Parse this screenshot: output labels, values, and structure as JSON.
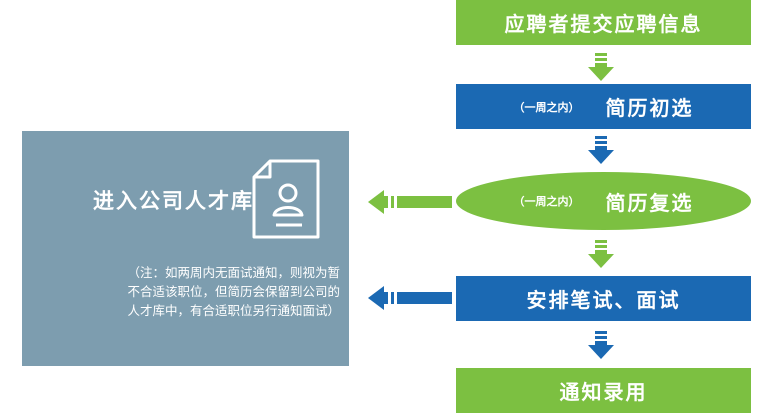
{
  "steps": [
    {
      "title": "应聘者提交应聘信息"
    },
    {
      "title": "简历初选",
      "note": "（一周之内）"
    },
    {
      "title": "简历复选",
      "note": "（一周之内）"
    },
    {
      "title": "安排笔试、面试"
    },
    {
      "title": "通知录用"
    }
  ],
  "talent_pool": {
    "title": "进入公司人才库",
    "note_lines": [
      "（注：如两周内无面试通知，则视为暂",
      "不合适该职位，但简历会保留到公司的",
      "人才库中，有合适职位另行通知面试）"
    ]
  },
  "colors": {
    "green": "#7cc041",
    "blue": "#1b69b3",
    "grey": "#7d9daf"
  },
  "icons": [
    "document-person-icon",
    "down-arrow-icon",
    "left-arrow-icon"
  ]
}
